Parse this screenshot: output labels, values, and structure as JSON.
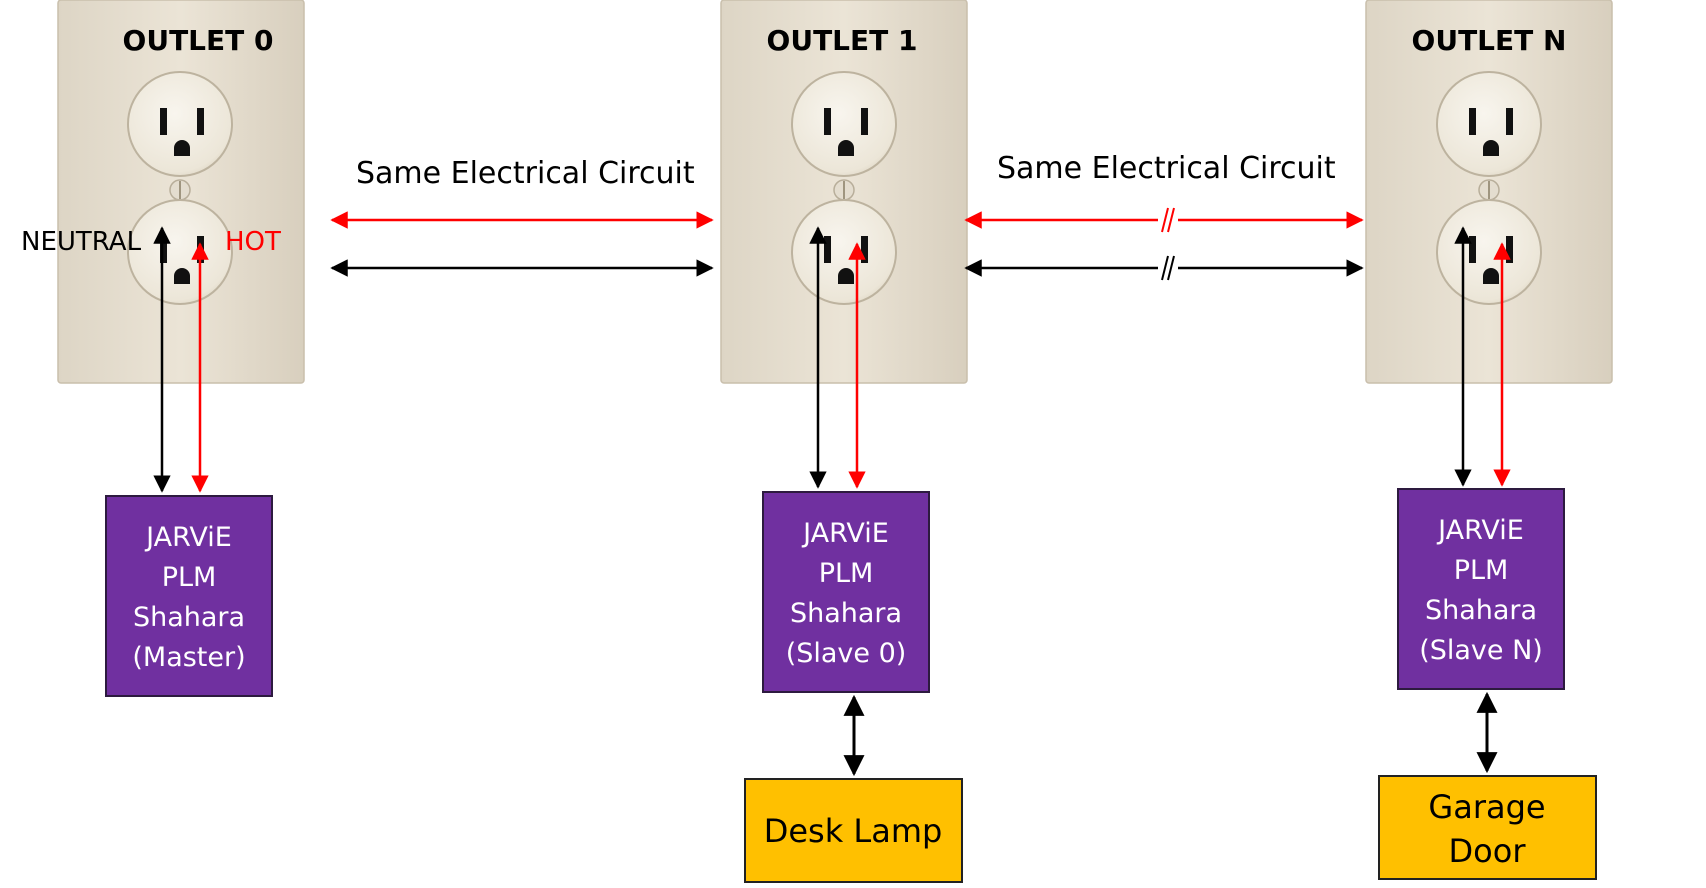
{
  "outlets": [
    {
      "title": "OUTLET 0"
    },
    {
      "title": "OUTLET 1"
    },
    {
      "title": "OUTLET N"
    }
  ],
  "circuit_labels": [
    "Same Electrical Circuit",
    "Same Electrical Circuit"
  ],
  "wire_labels": {
    "neutral": "NEUTRAL",
    "hot": "HOT"
  },
  "modules": [
    {
      "lines": [
        "JARViE",
        "PLM",
        "Shahara",
        "(Master)"
      ]
    },
    {
      "lines": [
        "JARViE",
        "PLM",
        "Shahara",
        "(Slave 0)"
      ]
    },
    {
      "lines": [
        "JARViE",
        "PLM",
        "Shahara",
        "(Slave N)"
      ]
    }
  ],
  "devices": [
    {
      "lines": [
        "Desk Lamp"
      ]
    },
    {
      "lines": [
        "Garage",
        "Door"
      ]
    }
  ],
  "colors": {
    "plate": "#e8e0d2",
    "plate_edge": "#cfc6b4",
    "receptacle": "#f2ede2",
    "hot_wire": "#ff0000",
    "neutral_wire": "#000000",
    "module_fill": "#7030a0",
    "module_border": "#2d1a3f",
    "device_fill": "#ffc000",
    "device_border": "#222222"
  }
}
